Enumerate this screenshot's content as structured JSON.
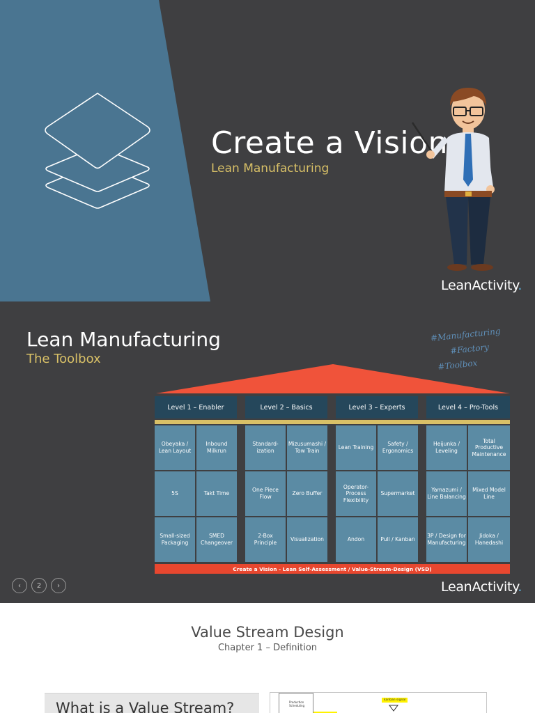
{
  "slide1": {
    "title": "Create a Vision",
    "subtitle": "Lean Manufacturing",
    "brand": {
      "lean": "Lean",
      "activity": "Activity",
      "dot": "."
    },
    "colors": {
      "background": "#3f3f41",
      "panel": "#4a7591",
      "accent": "#d8c067"
    },
    "icons": [
      "layers-icon",
      "teacher-illustration"
    ]
  },
  "slide2": {
    "title": "Lean Manufacturing",
    "subtitle": "The Toolbox",
    "tags": [
      "#Manufacturing",
      "#Factory",
      "#Toolbox"
    ],
    "levels": [
      "Level 1 – Enabler",
      "Level 2 – Basics",
      "Level 3 – Experts",
      "Level 4 – Pro-Tools"
    ],
    "rows": [
      [
        "Obeyaka / Lean Layout",
        "Inbound Milkrun",
        "Standard-ization",
        "Mizusumashi / Tow Train",
        "Lean Training",
        "Safety / Ergonomics",
        "Heijunka / Leveling",
        "Total Productive Maintenance"
      ],
      [
        "5S",
        "Takt Time",
        "One Piece Flow",
        "Zero Buffer",
        "Operator-Process Flexibility",
        "Supermarket",
        "Yamazumi / Line Balancing",
        "Mixed Model Line"
      ],
      [
        "Small-sized Packaging",
        "SMED Changeover",
        "2-Box Principle",
        "Visualization",
        "Andon",
        "Pull / Kanban",
        "3P / Design for Manufacturing",
        "Jidoka / Hanedashi"
      ]
    ],
    "base": "Create a Vision - Lean Self-Assessment / Value-Stream-Design (VSD)",
    "nav": {
      "prev": "‹",
      "page": "2",
      "next": "›"
    },
    "brand": {
      "lean": "Lean",
      "activity": "Activity",
      "dot": "."
    },
    "colors": {
      "roof": "#f0533a",
      "level": "#25475b",
      "beam": "#d8c067",
      "cell": "#5b8ba4",
      "base": "#e8472f"
    }
  },
  "slide3": {
    "title": "Value Stream Design",
    "subtitle": "Chapter 1 – Definition",
    "question": "What is a Value Stream?",
    "diagram": {
      "box_label": "Production Scheduling",
      "signal_label": "kanban signal"
    }
  }
}
